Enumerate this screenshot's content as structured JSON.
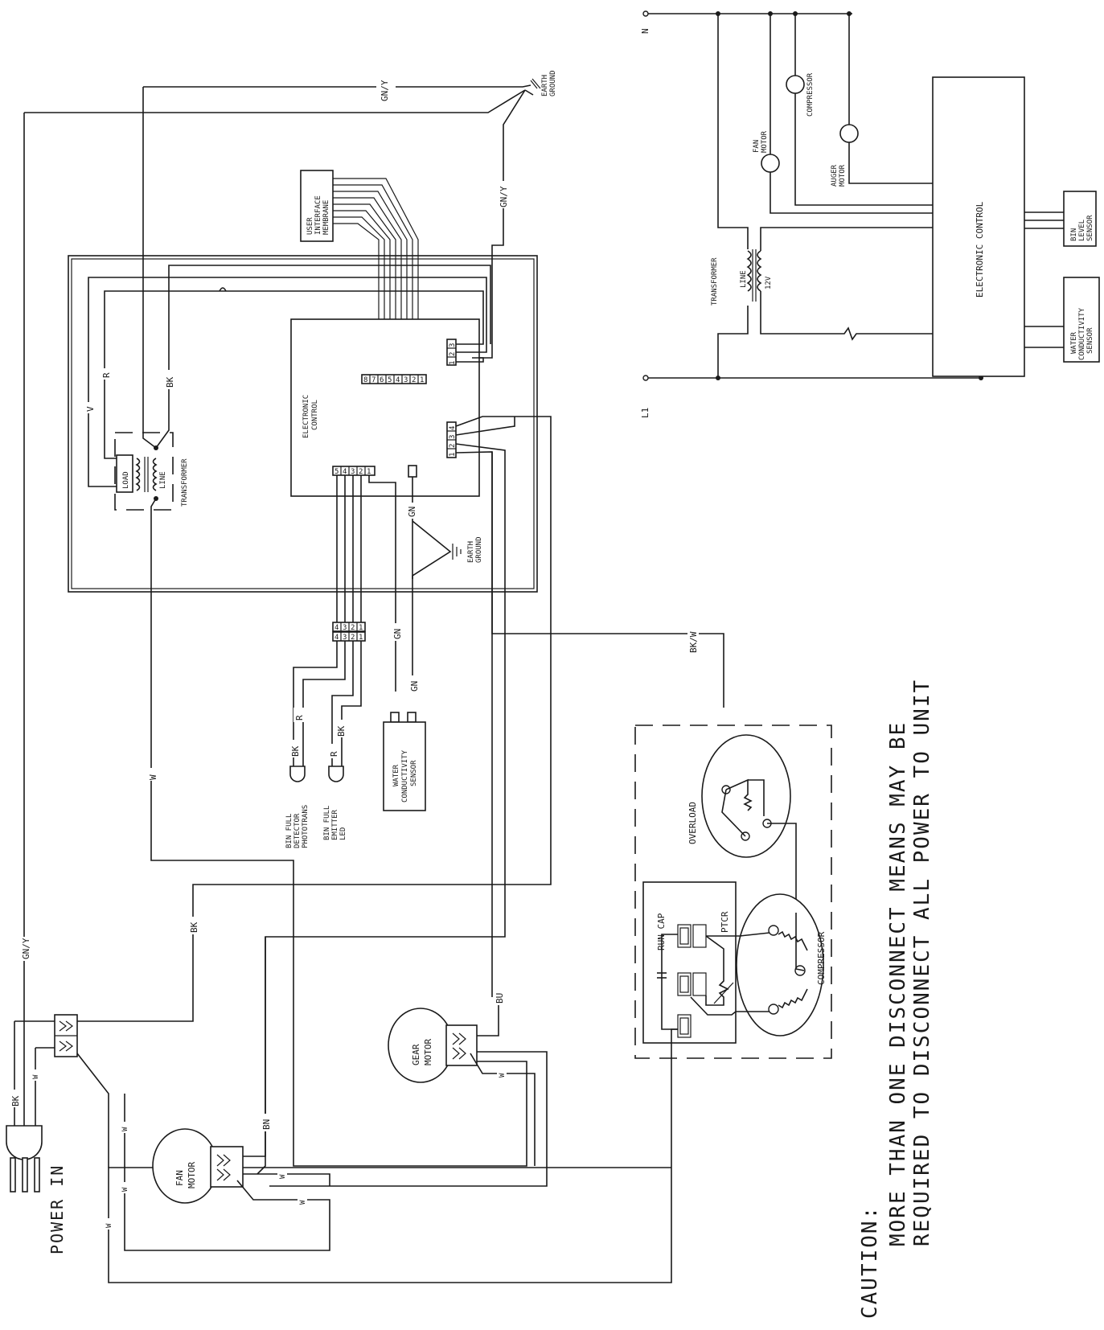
{
  "title": "",
  "schematic": {
    "terminal_n": "N",
    "terminal_l1": "L1",
    "compressor": "COMPRESSOR",
    "fan_motor": [
      "FAN",
      "MOTOR"
    ],
    "auger_motor": [
      "AUGER",
      "MOTOR"
    ],
    "electronic_control": "ELECTRONIC CONTROL",
    "transformer": "TRANSFORMER",
    "line": "LINE",
    "secondary_voltage": "12V",
    "bin_level_sensor": [
      "BIN",
      "LEVEL",
      "SENSOR"
    ],
    "water_conductivity_sensor": [
      "WATER",
      "CONDUCTIVITY",
      "SENSOR"
    ]
  },
  "wiring": {
    "earth_ground_top": [
      "EARTH",
      "GROUND"
    ],
    "earth_ground_mid": [
      "EARTH",
      "GROUND"
    ],
    "user_interface": [
      "USER",
      "INTERFACE",
      "MEMBRANE"
    ],
    "electronic_control": [
      "ELECTRONIC",
      "CONTROL"
    ],
    "transformer": "TRANSFORMER",
    "load": "LOAD",
    "line": "LINE",
    "connector_8": [
      "8",
      "7",
      "6",
      "5",
      "4",
      "3",
      "2",
      "1"
    ],
    "connector_5": [
      "5",
      "4",
      "3",
      "2",
      "1"
    ],
    "connector_4a": [
      "4",
      "3",
      "2",
      "1"
    ],
    "connector_4b": [
      "4",
      "3",
      "2",
      "1"
    ],
    "connector_p1": [
      "3",
      "2",
      "1"
    ],
    "connector_p2": [
      "4",
      "3",
      "2",
      "1"
    ],
    "wire_labels": {
      "gny": "GN/Y",
      "v": "V",
      "r": "R",
      "bk": "BK",
      "gn": "GN",
      "w": "W",
      "bu": "BU",
      "bn": "BN",
      "bkw": "BK/W"
    },
    "bin_full_detector": [
      "BIN FULL",
      "DETECTOR",
      "PHOTOTRANS"
    ],
    "bin_full_emitter": [
      "BIN FULL",
      "EMITTER",
      "LED"
    ],
    "water_conductivity_sensor": [
      "WATER",
      "CONDUCTIVITY",
      "SENSOR"
    ],
    "overload": "OVERLOAD",
    "compressor": "COMPRESSOR",
    "run_cap": "RUN CAP",
    "ptcr": "PTCR",
    "gear_motor": [
      "GEAR",
      "MOTOR"
    ],
    "fan_motor": [
      "FAN",
      "MOTOR"
    ],
    "power_in": "POWER IN"
  },
  "caution": {
    "heading": "CAUTION:",
    "line1": "MORE THAN ONE DISCONNECT MEANS MAY BE",
    "line2": "REQUIRED TO DISCONNECT ALL POWER TO UNIT"
  }
}
